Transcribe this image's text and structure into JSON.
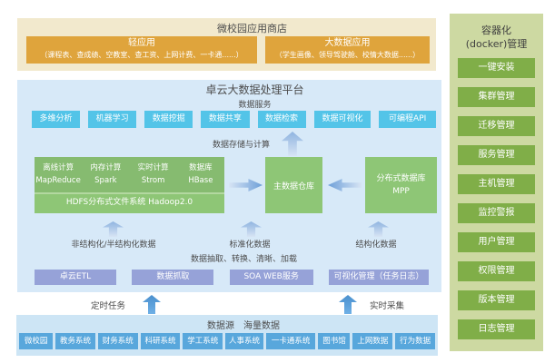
{
  "palette": {
    "store_bg": "#f2e9cd",
    "store_box": "#dfa43c",
    "platform_bg": "#d7e9f8",
    "service_box": "#53c4e8",
    "green_box": "#8ec676",
    "etl_box": "#96a2d8",
    "source_bg": "#cde5f5",
    "source_box": "#58a7dc",
    "sidebar_bg": "#cdd9a2",
    "sidebar_item": "#80ae48",
    "label_text": "#4c4c4c",
    "arrow_light": "#d7e4f4",
    "arrow_dark": "#4a90ce"
  },
  "store": {
    "title": "微校园应用商店",
    "apps": [
      {
        "name": "轻应用",
        "detail": "（课程表、查成绩、空教室、查工资、上网计费、一卡通......）"
      },
      {
        "name": "大数据应用",
        "detail": "（学生画像、领导驾驶舱、校情大数据......）"
      }
    ]
  },
  "platform": {
    "title": "卓云大数据处理平台",
    "services_label": "数据服务",
    "services": [
      "多维分析",
      "机器学习",
      "数据挖掘",
      "数据共享",
      "数据检索",
      "数据可视化",
      "可编程API"
    ],
    "storage_label": "数据存储与计算",
    "hadoop": {
      "columns": [
        {
          "type": "离线计算",
          "tech": "MapReduce"
        },
        {
          "type": "内存计算",
          "tech": "Spark"
        },
        {
          "type": "实时计算",
          "tech": "Strom"
        },
        {
          "type": "数据库",
          "tech": "HBase"
        }
      ],
      "hdfs_label": "HDFS分布式文件系统 Hadoop2.0"
    },
    "warehouse_label": "主数据仓库",
    "mpp": {
      "line1": "分布式数据库",
      "line2": "MPP"
    },
    "flow_labels": {
      "unstructured": "非结构化/半结构化数据",
      "standardized": "标准化数据",
      "structured": "结构化数据",
      "etl_process": "数据抽取、转换、清晰、加载"
    },
    "etl_tools": [
      "卓云ETL",
      "数据抓取",
      "SOA WEB服务",
      "可视化管理（任务日志）"
    ]
  },
  "collection": {
    "scheduled": "定时任务",
    "realtime": "实时采集"
  },
  "datasource": {
    "title": "数据源　海量数据",
    "sources": [
      "微校园",
      "教务系统",
      "财务系统",
      "科研系统",
      "学工系统",
      "人事系统",
      "一卡通系统",
      "图书馆",
      "上网数据",
      "行为数据"
    ]
  },
  "sidebar": {
    "title_line1": "容器化",
    "title_line2": "(docker)管理",
    "items": [
      "一键安装",
      "集群管理",
      "迁移管理",
      "服务管理",
      "主机管理",
      "监控警报",
      "用户管理",
      "权限管理",
      "版本管理",
      "日志管理"
    ]
  }
}
